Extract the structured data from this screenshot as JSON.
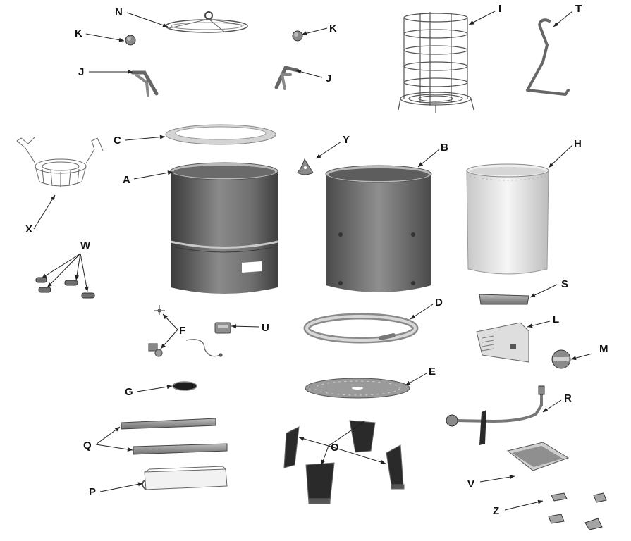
{
  "labels": {
    "A": "A",
    "B": "B",
    "C": "C",
    "D": "D",
    "E": "E",
    "F": "F",
    "G": "G",
    "H": "H",
    "I": "I",
    "J": "J",
    "K": "K",
    "L": "L",
    "M": "M",
    "N": "N",
    "O": "O",
    "P": "P",
    "Q": "Q",
    "R": "R",
    "S": "S",
    "T": "T",
    "U": "U",
    "V": "V",
    "W": "W",
    "X": "X",
    "Y": "Y",
    "Z": "Z"
  }
}
